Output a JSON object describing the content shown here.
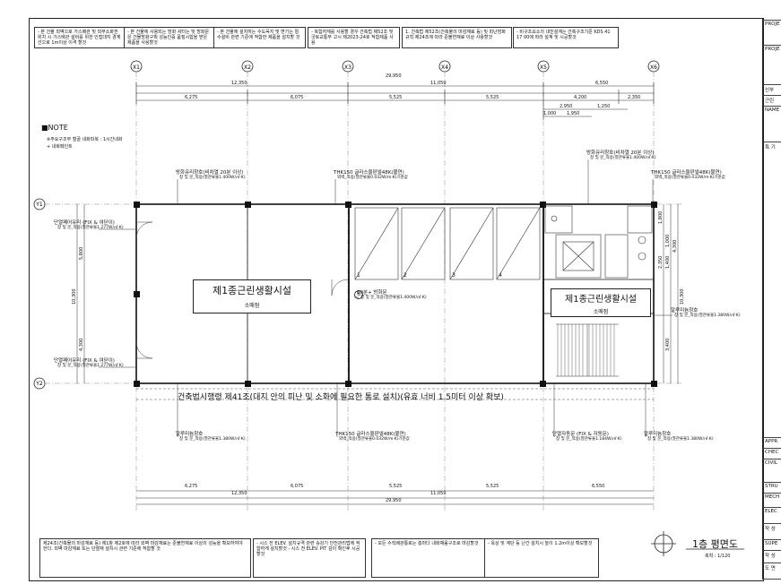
{
  "top_notes": [
    {
      "title": "인접대지경계선 이격거리 관련 규정",
      "text": "- 본 건물 외벽으로 가스배관 및 외부소화전 위치 시 가스배관 설비를 위한 인접대지 경계선으로 1m이상 이격 할것"
    },
    {
      "title": "방화셔터 및 방화문 사용기준",
      "text": "- 본 건물에 사용되는 방화 셔터는 및 방화문은 건물방화구획 성능인증 품질시험을 받은 제품을 사용할것"
    },
    {
      "title": "수도법 제15조(절수설비 등의 설치)",
      "text": "- 본 건물에 설치하는 수도꼭지 및 변기는 절수설비 관련 기준에 적합한 제품을 설치할 것"
    },
    {
      "title": "복합자재(판넬) 관련 주기",
      "text": "- 복합자재를 사용할 경우 건축법 제52조 및 국토교통부 고시 제2023-24호 적합제품 사용"
    },
    {
      "title": "외벽의 마감재료 주기",
      "text": "1. 건축법 제52조(건축물의 마감재료 등) 및 피난방화규칙 제24조에 따라 준불연재료 이상 사용할것"
    },
    {
      "title": "비구조요소 관련 주기",
      "text": "- 비구조요소의 내진설계는 건축구조기준 KDS 41 17 00에 따라 설계 및 시공할것"
    }
  ],
  "grid_labels": [
    "X1",
    "X2",
    "X3",
    "X4",
    "X5",
    "X6"
  ],
  "row_labels": [
    "Y1",
    "Y2"
  ],
  "dims_top": {
    "row1": [
      "12,350",
      "11,050",
      "6,550"
    ],
    "total": "29,950",
    "row2": [
      "6,275",
      "6,075",
      "5,525",
      "5,525",
      "4,200",
      "2,350"
    ],
    "sub1": [
      "2,950",
      "1,250"
    ],
    "sub2": [
      "1,000",
      "1,950"
    ]
  },
  "dims_bottom": {
    "row1": [
      "6,275",
      "6,075",
      "5,525",
      "5,525",
      "6,550"
    ],
    "row2": [
      "12,350",
      "11,050"
    ],
    "total": "29,950"
  },
  "dims_left": [
    "5,800",
    "4,300",
    "10,300"
  ],
  "dims_right": [
    "1,800",
    "1,400",
    "1,000",
    "4,300",
    "2,350",
    "10,300",
    "3,400"
  ],
  "note": {
    "heading": "■NOTE",
    "line1": "※주요구조부 철골 내화피복 : 1시간내화",
    "line2": "+ 내화페인트"
  },
  "callouts": [
    {
      "title": "방화유리창호(비차열 20분 이상)",
      "sub": "창 및 문_적용(열관류율1.400W/㎡·K)"
    },
    {
      "title": "THK150 글라스울판넬48K(불연)",
      "sub": "외벽_적용(열관류율0.032W/m·K)기준값"
    },
    {
      "title": "방화유리창호(비차열 20분 이상)",
      "sub": "창 및 문_적용(열관류율1.400W/㎡·K)"
    },
    {
      "title": "THK150 글라스울판넬48K(불연)",
      "sub": "외벽_적용(열관류율0.032W/m·K)기준값"
    },
    {
      "title": "단열페어유리 (FIX & 여닫이)",
      "sub": "창 및 문_적용(열관류율1.277W/㎡·K)"
    },
    {
      "title": "단열페어유리 (FIX & 여닫이)",
      "sub": "창 및 문_적용(열관류율1.277W/㎡·K)"
    },
    {
      "title": "60분+ 방화문",
      "sub": "창 및 문_적용(열관류율1.400W/㎡·K)"
    },
    {
      "title": "알루미늄창호",
      "sub": "창 및 문_적용(열관류율1.380W/㎡·K)"
    },
    {
      "title": "알루미늄창호",
      "sub": "창 및 문_적용(열관류율1.380W/㎡·K)"
    },
    {
      "title": "THK150 글라스울판넬48K(불연)",
      "sub": "외벽_적용(열관류율0.032W/m·K)기준값"
    },
    {
      "title": "단열자동문 (FIX & 자동문)",
      "sub": "창 및 문_적용(열관류율1.184W/㎡·K)"
    },
    {
      "title": "알루미늄창호",
      "sub": "창 및 문_적용(열관류율1.380W/㎡·K)"
    }
  ],
  "rooms": [
    {
      "name": "제1종근린생활시설",
      "sub": "소매점"
    },
    {
      "name": "제1종근린생활시설",
      "sub": "소매점"
    }
  ],
  "door_tags": [
    "1",
    "2",
    "3",
    "4"
  ],
  "door_mark": "6",
  "legal_text": "건축법시행령 제41조(대지 안의 피난 및 소화에 필요한 통로 설치)(유효 너비 1.5미터 이상 확보)",
  "bottom_notes": [
    {
      "title": "건축물의 피난 · 방화구조 등의 기준에 관한 규칙",
      "text": "제24조(건축물의 마감재료 등) 제1항 제2호에 따라 외벽 마감재료는 준불연재료 이상의 성능을 확보하여야 한다. 외벽 마감재료 또는 단열재 설치시 관련 기준에 적합할 것"
    },
    {
      "title": "ELEV. 설치",
      "text": "- 시스 전 ELEV. 설치규격 관련 승강기 안전관리법에 적합하게 설치할것 - 시스 전 ELEV. PIT 깊이 확인후 시공할것"
    },
    {
      "title": "수직배관용로(내화조처) 관련 주기",
      "text": "- 모든 수직배관통로는 층마다 내화채움구조로 마감할것"
    },
    {
      "title": "난간설치 관련 주기",
      "text": "- 옥상 및 계단 등 난간 설치시 높이 1.2m이상 확보할것"
    }
  ],
  "drawing_title": "1층 평면도",
  "scale": "축척 : 1/120",
  "title_block_rows": [
    "PROJE",
    "PROJE",
    "신부",
    "근린",
    "NAME",
    "특 기",
    "APPR",
    "CHEC",
    "CIVIL",
    "STRU",
    "MECH",
    "ELEC",
    "작 성",
    "SUPE",
    "작 성",
    "도 면",
    "일 련"
  ]
}
